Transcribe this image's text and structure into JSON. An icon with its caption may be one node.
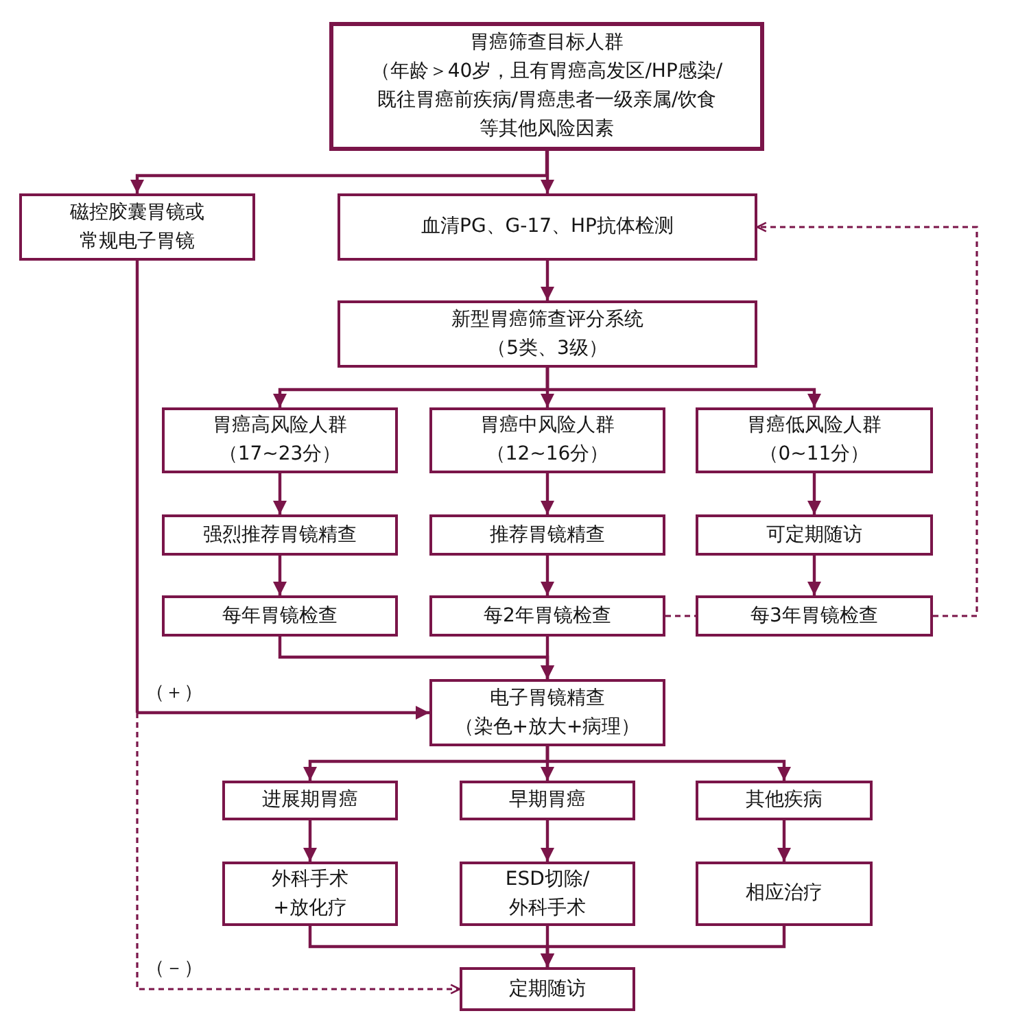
{
  "diagram": {
    "nodes": [
      {
        "text": [
          "胃癌筛查目标人群",
          "（年龄＞40岁，且有胃癌高发区/HP感染/既往胃癌前疾病/胃癌患者一级亲属/饮食等其他风险因素"
        ]
      },
      {
        "text": [
          "磁控胶囊胃镜或常规电子胃镜"
        ]
      },
      {
        "text": [
          "血清PG、G-17、HP抗体检测"
        ]
      },
      {
        "text": [
          "新型胃癌筛查评分系统",
          "（5类、3级）"
        ]
      },
      {
        "text": [
          "胃癌高风险人群",
          "（17~23分）"
        ]
      },
      {
        "text": [
          "胃癌中风险人群",
          "（12~16分）"
        ]
      },
      {
        "text": [
          "胃癌低风险人群",
          "（0~11分）"
        ]
      },
      {
        "text": [
          "强烈推荐胃镜精查"
        ]
      },
      {
        "text": [
          "推荐胃镜精查"
        ]
      },
      {
        "text": [
          "可定期随访"
        ]
      },
      {
        "text": [
          "每年胃镜检查"
        ]
      },
      {
        "text": [
          "每2年胃镜检查"
        ]
      },
      {
        "text": [
          "每3年胃镜检查"
        ]
      },
      {
        "text": [
          "电子胃镜精查",
          "（染色+放大+病理）"
        ]
      },
      {
        "text": [
          "进展期胃癌"
        ]
      },
      {
        "text": [
          "早期胃癌"
        ]
      },
      {
        "text": [
          "其他疾病"
        ]
      },
      {
        "text": [
          "外科手术+放化疗"
        ]
      },
      {
        "text": [
          "ESD切除/外科手术"
        ]
      },
      {
        "text": [
          "相应治疗"
        ]
      },
      {
        "text": [
          "定期随访"
        ]
      }
    ],
    "edges": [
      {
        "from": 0,
        "to": 2,
        "arrow": "to"
      },
      {
        "from": 0,
        "to": 1,
        "arrow": "to"
      },
      {
        "from": 2,
        "to": 3,
        "arrow": "to"
      },
      {
        "from": 3,
        "to": 4,
        "arrow": "to"
      },
      {
        "from": 3,
        "to": 5,
        "arrow": "to"
      },
      {
        "from": 3,
        "to": 6,
        "arrow": "to"
      },
      {
        "from": 4,
        "to": 7,
        "arrow": "to"
      },
      {
        "from": 5,
        "to": 8,
        "arrow": "to"
      },
      {
        "from": 6,
        "to": 9,
        "arrow": "to"
      },
      {
        "from": 7,
        "to": 10,
        "arrow": "to"
      },
      {
        "from": 8,
        "to": 11,
        "arrow": "to"
      },
      {
        "from": 9,
        "to": 12,
        "arrow": "to"
      },
      {
        "from": 11,
        "to": 12,
        "arrow": "none",
        "style": "dashed"
      },
      {
        "from": 12,
        "to": 2,
        "arrow": "to",
        "style": "dashed"
      },
      {
        "from": 10,
        "to": 13,
        "arrow": "to"
      },
      {
        "from": 11,
        "to": 13,
        "arrow": "to"
      },
      {
        "from": 1,
        "to": 13,
        "arrow": "to",
        "label": "（＋）"
      },
      {
        "from": 1,
        "to": 20,
        "arrow": "to",
        "label": "（－）",
        "style": "dashed"
      },
      {
        "from": 13,
        "to": 14,
        "arrow": "to"
      },
      {
        "from": 13,
        "to": 15,
        "arrow": "to"
      },
      {
        "from": 13,
        "to": 16,
        "arrow": "to"
      },
      {
        "from": 14,
        "to": 17,
        "arrow": "to"
      },
      {
        "from": 15,
        "to": 18,
        "arrow": "to"
      },
      {
        "from": 16,
        "to": 19,
        "arrow": "to"
      },
      {
        "from": 17,
        "to": 20,
        "arrow": "to"
      },
      {
        "from": 18,
        "to": 20,
        "arrow": "to"
      },
      {
        "from": 19,
        "to": 20,
        "arrow": "to"
      }
    ]
  }
}
